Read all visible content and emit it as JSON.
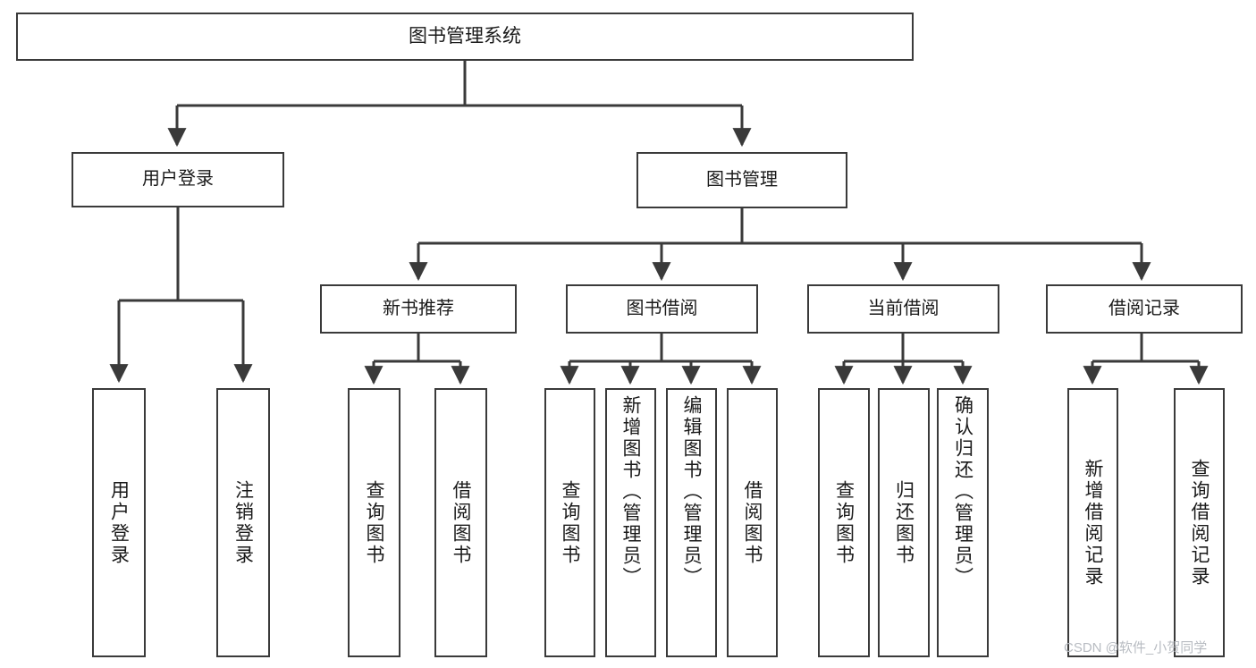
{
  "diagram": {
    "title": "图书管理系统",
    "type": "tree-hierarchy-functional-decomposition",
    "colors": {
      "box_border": "#3a3a3a",
      "box_fill": "#ffffff",
      "line": "#3a3a3a",
      "text": "#1a1a1a",
      "watermark": "#b8bcc2",
      "background": "#ffffff"
    },
    "root": {
      "label": "图书管理系统"
    },
    "level2": [
      {
        "label": "用户登录"
      },
      {
        "label": "图书管理"
      }
    ],
    "level3": [
      {
        "label": "新书推荐"
      },
      {
        "label": "图书借阅"
      },
      {
        "label": "当前借阅"
      },
      {
        "label": "借阅记录"
      }
    ],
    "leaves": {
      "user_login": [
        {
          "label": "用户登录"
        },
        {
          "label": "注销登录"
        }
      ],
      "new_book_recommend": [
        {
          "label": "查询图书"
        },
        {
          "label": "借阅图书"
        }
      ],
      "book_borrow": [
        {
          "label": "查询图书"
        },
        {
          "label": "新增图书（管理员）"
        },
        {
          "label": "编辑图书（管理员）"
        },
        {
          "label": "借阅图书"
        }
      ],
      "current_borrow": [
        {
          "label": "查询图书"
        },
        {
          "label": "归还图书"
        },
        {
          "label": "确认归还（管理员）"
        }
      ],
      "borrow_record": [
        {
          "label": "新增借阅记录"
        },
        {
          "label": "查询借阅记录"
        }
      ]
    },
    "watermark": "CSDN @软件_小贺同学"
  }
}
